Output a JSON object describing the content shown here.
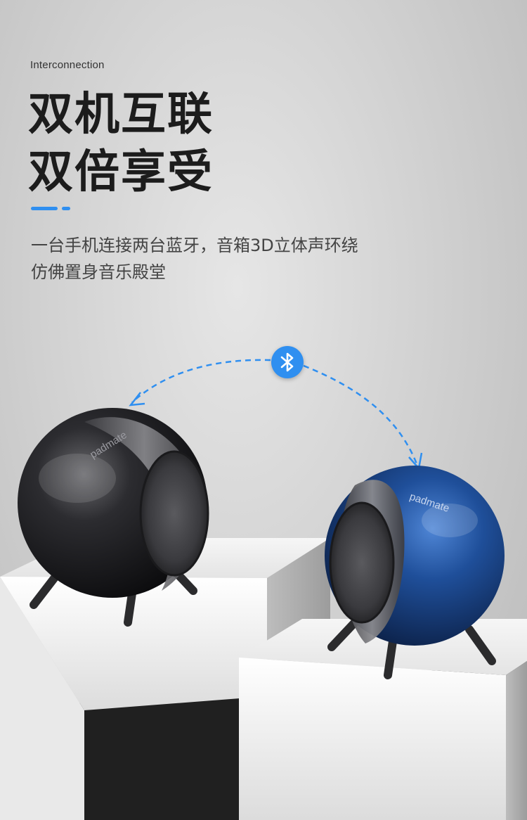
{
  "header": {
    "eyebrow": "Interconnection",
    "headline_line1": "双机互联",
    "headline_line2": "双倍享受"
  },
  "description": {
    "line1": "一台手机连接两台蓝牙，音箱3D立体声环绕",
    "line2": "仿佛置身音乐殿堂"
  },
  "speakers": {
    "left_brand": "padmate",
    "right_brand": "padmate"
  },
  "icons": {
    "connection": "bluetooth-icon"
  },
  "colors": {
    "accent": "#2f8ff0",
    "left_speaker": "#2a2a2c",
    "right_speaker": "#1f4f9a"
  }
}
